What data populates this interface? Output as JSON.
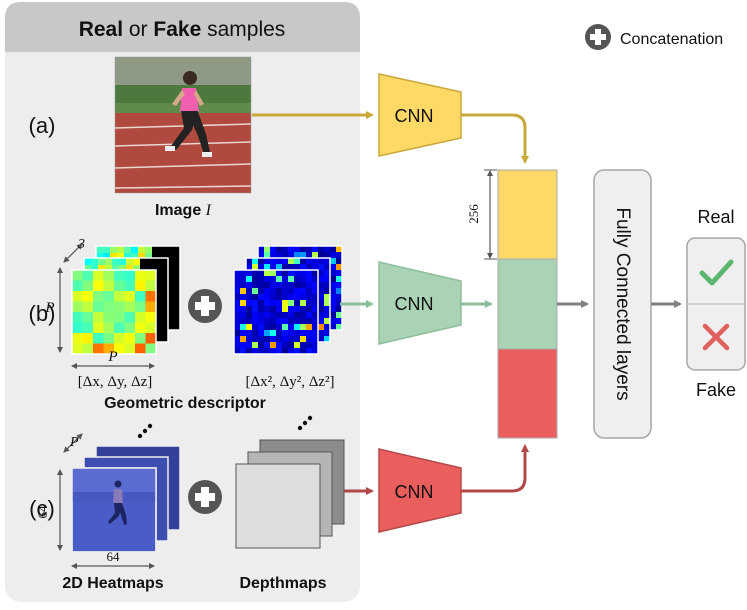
{
  "panel": {
    "title_prefix": "Real",
    "title_mid": " or ",
    "title_bold2": "Fake",
    "title_suffix": " samples"
  },
  "legend": {
    "label": "Concatenation"
  },
  "rows": {
    "a": {
      "label": "(a)",
      "caption_text": "Image ",
      "caption_symbol": "I"
    },
    "b": {
      "label": "(b)",
      "dim_depth": "3",
      "dim_height": "P",
      "dim_width": "P",
      "left_formula": "[Δx, Δy, Δz]",
      "right_formula": "[Δx², Δy², Δz²]",
      "caption": "Geometric descriptor"
    },
    "c": {
      "label": "(c)",
      "dim_depth": "P",
      "dim_height": "64",
      "dim_width": "64",
      "caption_left": "2D Heatmaps",
      "caption_right": "Depthmaps"
    }
  },
  "cnn": {
    "top": "CNN",
    "mid": "CNN",
    "bottom": "CNN"
  },
  "feature": {
    "size_label": "256"
  },
  "fc": {
    "label": "Fully Connected layers"
  },
  "output": {
    "real": "Real",
    "fake": "Fake"
  },
  "colors": {
    "yellow": "#FFD966",
    "green": "#A9D3B4",
    "red": "#EB5E5E",
    "yellow_arrow": "#C9A93A",
    "green_arrow": "#8DBE9C",
    "red_arrow": "#B24848",
    "gray_arrow": "#7F7F7F"
  }
}
